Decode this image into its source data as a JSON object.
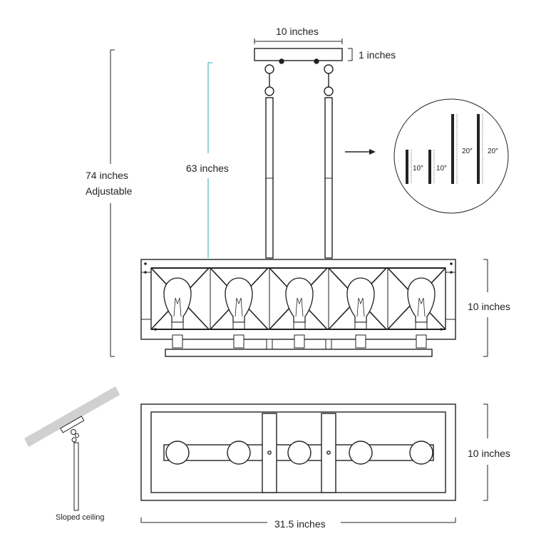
{
  "labels": {
    "canopy_width": "10 inches",
    "canopy_height": "1 inches",
    "overall_height": "74 inches",
    "adjustable": "Adjustable",
    "chain_height": "63 inches",
    "fixture_height": "10 inches",
    "bottom_depth": "10 inches",
    "bottom_length": "31.5 inches",
    "sloped_ceiling": "Sloped ceiling"
  },
  "rods": [
    {
      "label": "10″"
    },
    {
      "label": "10″"
    },
    {
      "label": "20″"
    },
    {
      "label": "20″"
    }
  ],
  "colors": {
    "line": "#222222",
    "teal_dimension": "#2aa7a8",
    "ceiling": "#d0d0d0"
  }
}
